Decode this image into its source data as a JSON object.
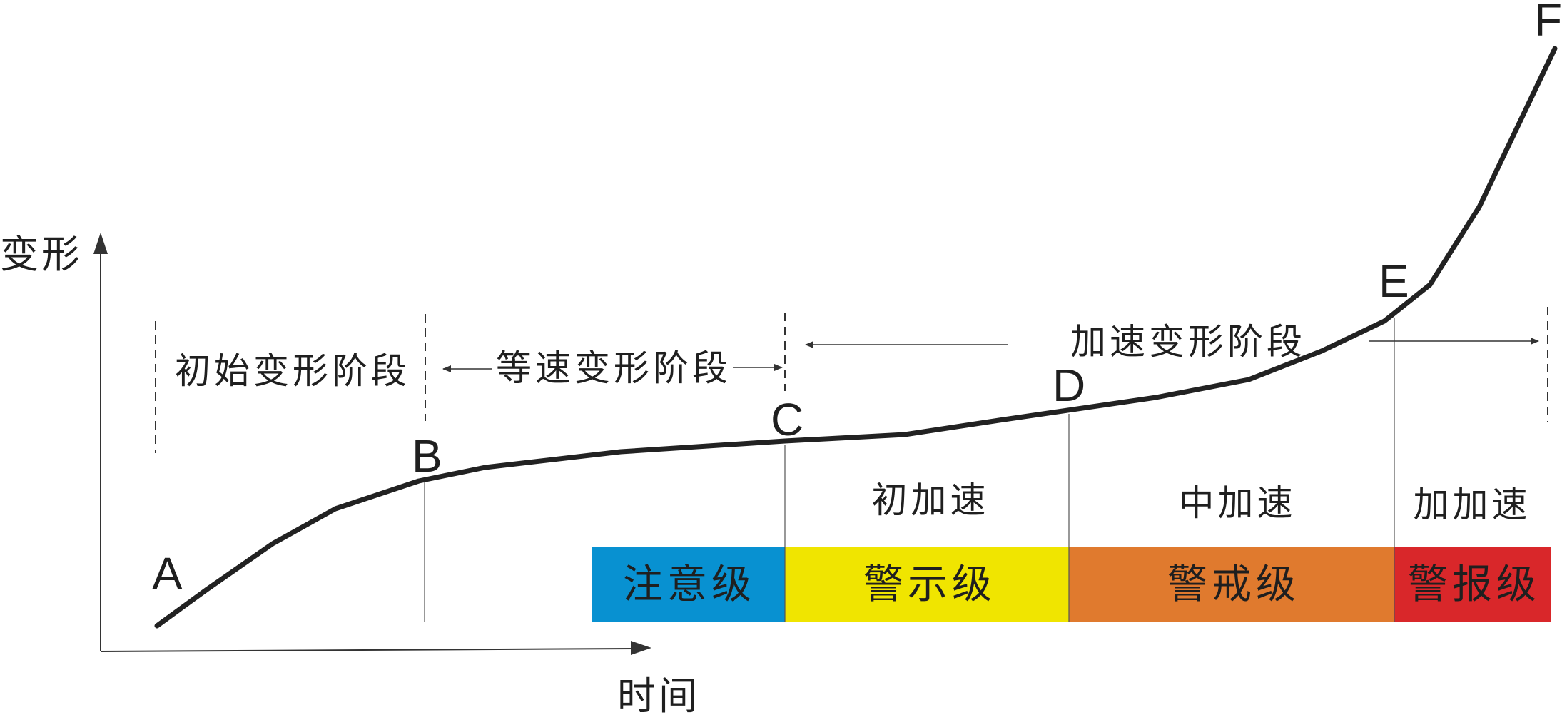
{
  "axes": {
    "y_label": "变形",
    "x_label": "时间"
  },
  "points": [
    "A",
    "B",
    "C",
    "D",
    "E",
    "F"
  ],
  "stages": {
    "initial": "初始变形阶段",
    "constant": "等速变形阶段",
    "accelerating": "加速变形阶段"
  },
  "sub_stages": {
    "initial_acceleration": "初加速",
    "medium_acceleration": "中加速",
    "sharp_acceleration": "加加速"
  },
  "warning_levels": [
    {
      "label": "注意级",
      "color": "#0891d1"
    },
    {
      "label": "警示级",
      "color": "#f0e500"
    },
    {
      "label": "警戒级",
      "color": "#e07a2e"
    },
    {
      "label": "警报级",
      "color": "#d9272a"
    }
  ],
  "colors": {
    "curve": "#222222",
    "axis": "#333333",
    "text": "#1f1f1f"
  }
}
